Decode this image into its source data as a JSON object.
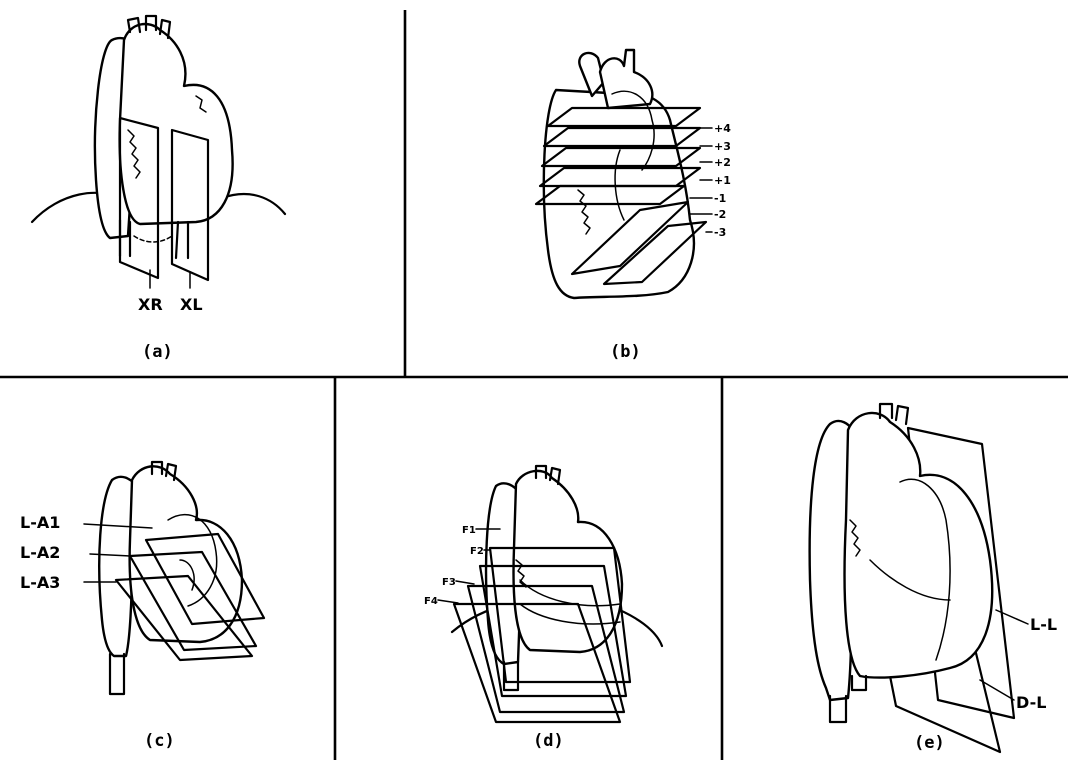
{
  "panels": {
    "a": {
      "caption": "(a)",
      "labels": {
        "xr": "XR",
        "xl": "XL"
      }
    },
    "b": {
      "caption": "(b)",
      "levels": [
        "+4",
        "+3",
        "+2",
        "+1",
        "-1",
        "-2",
        "-3"
      ]
    },
    "c": {
      "caption": "(c)",
      "labels": {
        "la1": "L-A1",
        "la2": "L-A2",
        "la3": "L-A3"
      }
    },
    "d": {
      "caption": "(d)",
      "labels": {
        "f1": "F1",
        "f2": "F2",
        "f3": "F3",
        "f4": "F4"
      }
    },
    "e": {
      "caption": "(e)",
      "labels": {
        "ll": "L-L",
        "dl": "D-L"
      }
    }
  }
}
